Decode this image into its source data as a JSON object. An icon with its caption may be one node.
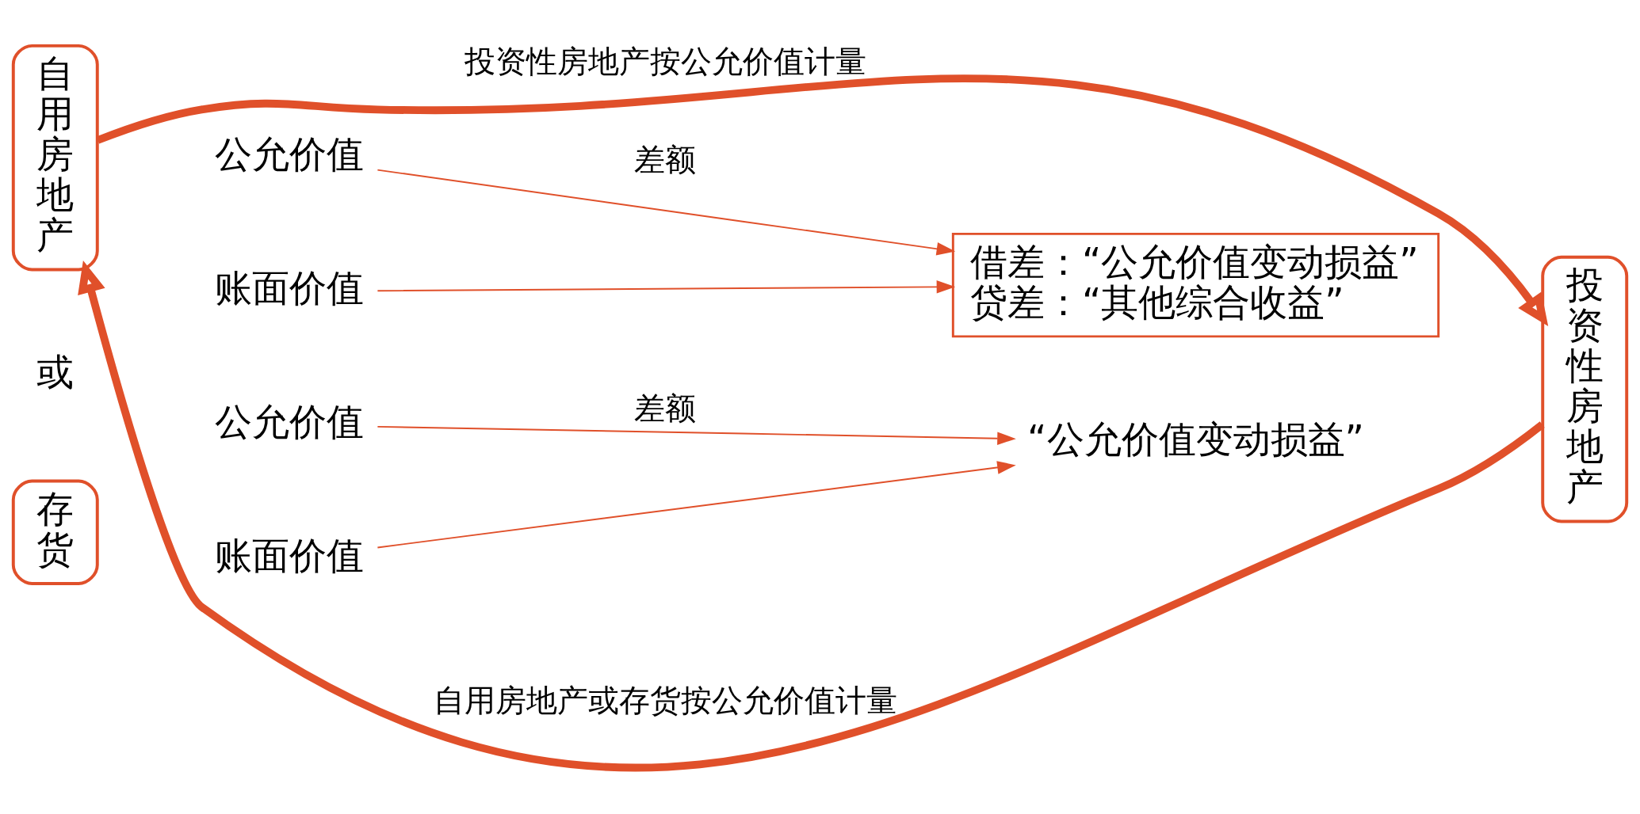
{
  "diagram": {
    "nodes": [
      {
        "text": [
          "自用房地产"
        ]
      },
      {
        "text": [
          "存货"
        ]
      },
      {
        "text": [
          "投资性房地产"
        ]
      },
      {
        "text": [
          "公允价值"
        ]
      },
      {
        "text": [
          "账面价值"
        ]
      },
      {
        "text": [
          "借差：“公允价值变动损益”",
          "贷差：“其他综合收益”"
        ]
      },
      {
        "text": [
          "公允价值"
        ]
      },
      {
        "text": [
          "账面价值"
        ]
      },
      {
        "text": [
          "“公允价值变动损益”"
        ]
      }
    ],
    "edges": [
      {
        "from": 3,
        "to": 5,
        "arrow": "to",
        "label": "差额"
      },
      {
        "from": 4,
        "to": 5,
        "arrow": "to"
      },
      {
        "from": 0,
        "to": 2,
        "arrow": "to",
        "style": "thick",
        "label": "投资性房地产按公允价值计量"
      },
      {
        "from": 2,
        "to": 0,
        "arrow": "to",
        "style": "thick",
        "label": "自用房地产或存货按公允价值计量"
      },
      {
        "from": 6,
        "to": 8,
        "arrow": "to",
        "label": "差额"
      },
      {
        "from": 7,
        "to": 8,
        "arrow": "to"
      }
    ],
    "labels": [
      "或"
    ]
  }
}
